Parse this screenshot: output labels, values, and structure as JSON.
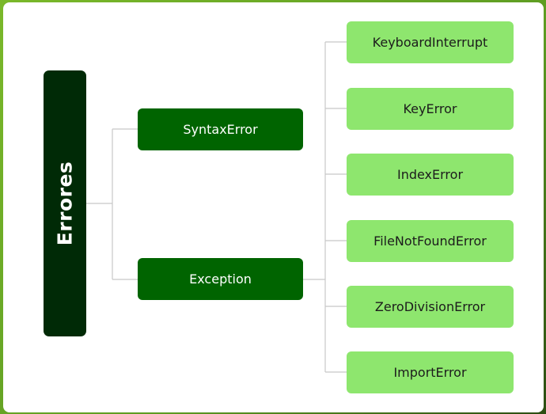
{
  "diagram": {
    "root": {
      "label": "Errores"
    },
    "branches": [
      {
        "label": "SyntaxError",
        "children": []
      },
      {
        "label": "Exception",
        "children": [
          {
            "label": "KeyboardInterrupt"
          },
          {
            "label": "KeyError"
          },
          {
            "label": "IndexError"
          },
          {
            "label": "FileNotFoundError"
          },
          {
            "label": "ZeroDivisionError"
          },
          {
            "label": "ImportError"
          }
        ]
      }
    ],
    "colors": {
      "root_fill": "#002a06",
      "branch_fill": "#006400",
      "leaf_fill": "#8ee66e",
      "connector": "#c8c8c8",
      "background_accent": "#6aa826"
    }
  }
}
